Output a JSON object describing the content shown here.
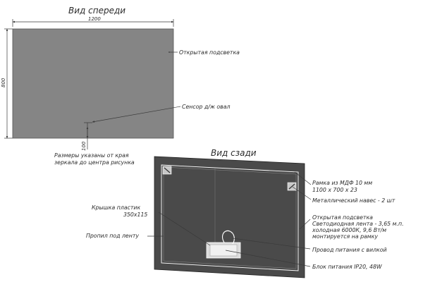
{
  "front_view": {
    "title": "Вид спереди",
    "width_dim": "1200",
    "height_dim": "800",
    "sensor_offset_dim": "100",
    "labels": {
      "open_backlight": "Открытая подсветка",
      "sensor": "Сенсор д/ж овал",
      "note_line1": "Размеры указаны от края",
      "note_line2": "зеркала до центра рисунка"
    }
  },
  "back_view": {
    "title": "Вид сзади",
    "labels": {
      "frame_line1": "Рамка из МДФ 10 мм",
      "frame_line2": "1100 х 700 х 23",
      "hanger": "Металлический навес - 2 шт",
      "backlight_line1": "Открытая подсветка",
      "backlight_line2": "Светодиодная лента - 3,65 м.п.",
      "backlight_line3": "холодная 6000К, 9,6 Вт/м",
      "backlight_line4": "монтируется на рамку",
      "power_cord": "Провод питания с вилкой",
      "power_supply": "Блок питания IP20, 48W",
      "cover_line1": "Крышка пластик",
      "cover_line2": "350х115",
      "tape_slot": "Пропил под ленту"
    }
  },
  "colors": {
    "mirror_front": "#858585",
    "mirror_back": "#4a4a4a",
    "led_strip": "#ffffff"
  }
}
